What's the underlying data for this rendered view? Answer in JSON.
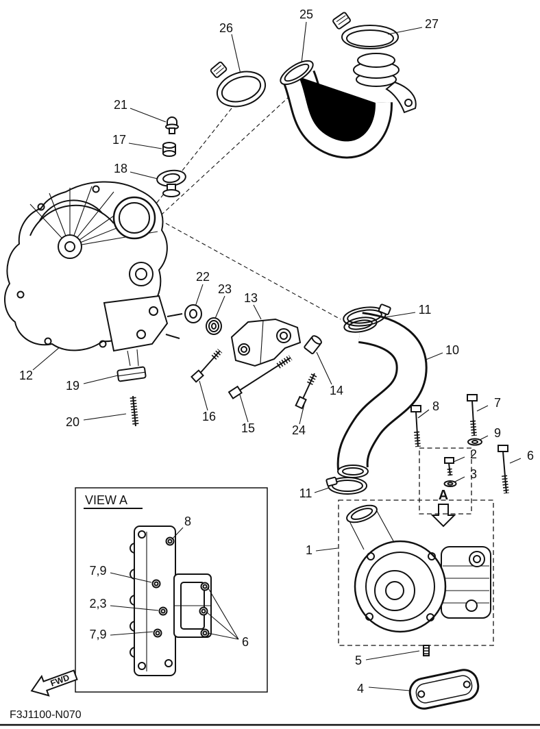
{
  "drawing": {
    "code": "F3J1100-N070",
    "view_label": "VIEW A",
    "fwd_label": "FWD",
    "detail_marker": "A"
  },
  "callouts": {
    "1": "1",
    "2": "2",
    "3": "3",
    "4": "4",
    "5": "5",
    "6": "6",
    "7": "7",
    "8": "8",
    "9": "9",
    "10": "10",
    "11": "11",
    "12": "12",
    "13": "13",
    "14": "14",
    "15": "15",
    "16": "16",
    "17": "17",
    "18": "18",
    "19": "19",
    "20": "20",
    "21": "21",
    "22": "22",
    "23": "23",
    "24": "24",
    "25": "25",
    "26": "26",
    "27": "27",
    "7_9": "7,9",
    "2_3": "2,3"
  }
}
